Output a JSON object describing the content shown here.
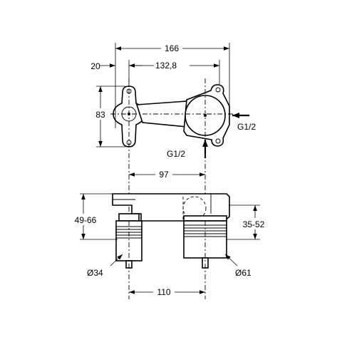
{
  "dimensions": {
    "total_width": "166",
    "left_offset": "20",
    "center_distance_top": "132,8",
    "flange_height": "83",
    "center_distance_mid": "97",
    "height_left": "49-66",
    "height_right": "35-52",
    "diameter_left": "Ø34",
    "diameter_right": "Ø61",
    "center_distance_bottom": "110"
  },
  "connections": {
    "side_inlet": "G1/2",
    "bottom_inlet": "G1/2"
  }
}
